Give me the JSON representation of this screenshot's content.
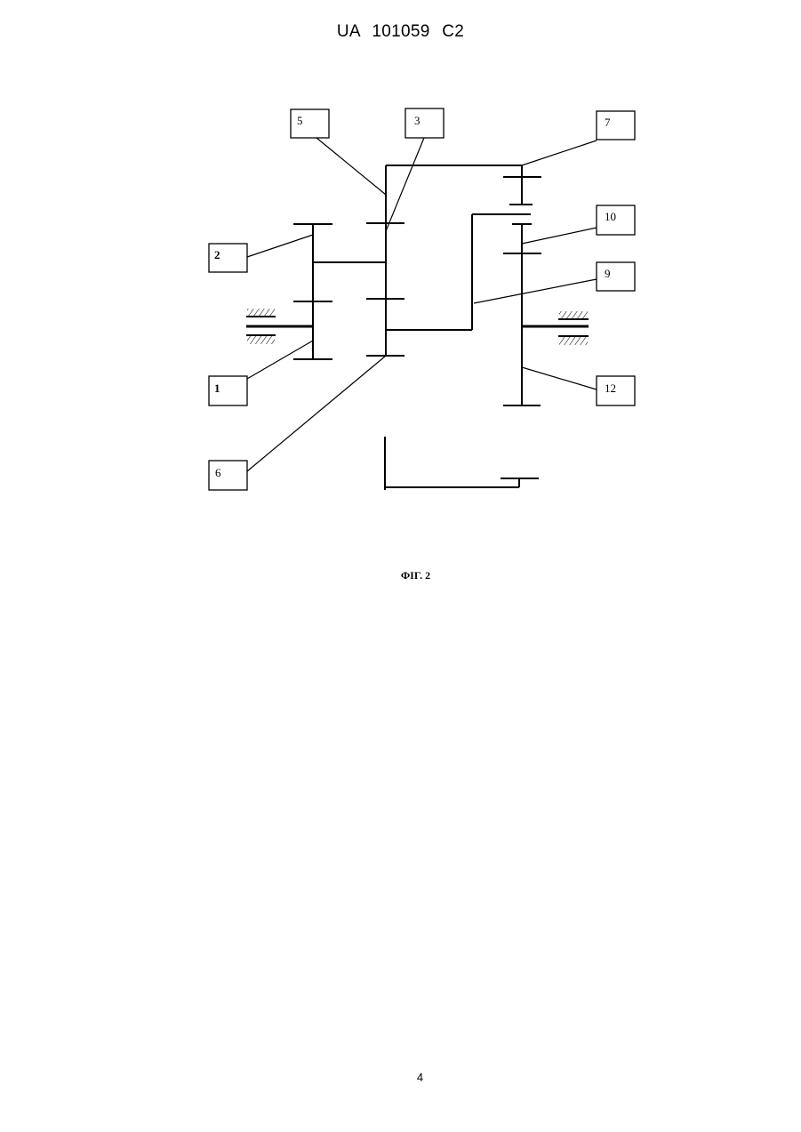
{
  "document": {
    "header": "UA 101059 C2",
    "figure_caption": "ФІГ. 2",
    "page_number": "4"
  },
  "figure": {
    "labels": [
      "5",
      "3",
      "7",
      "10",
      "2",
      "9",
      "1",
      "12",
      "6"
    ]
  }
}
